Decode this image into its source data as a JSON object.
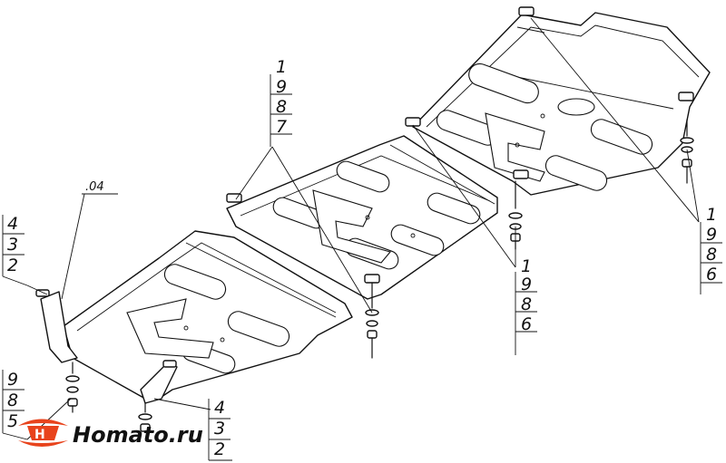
{
  "callouts": {
    "top_center": [
      "1",
      "9",
      "8",
      "7"
    ],
    "right_top": [
      "1",
      "9",
      "8",
      "6"
    ],
    "center_right": [
      "1",
      "9",
      "8",
      "6"
    ],
    "left_upper": [
      "4",
      "3",
      "2"
    ],
    "left_lower": [
      "9",
      "8",
      "5"
    ],
    "bottom_center": [
      "4",
      "3",
      "2"
    ],
    "part_code": ".04"
  },
  "logo": {
    "text": "Homato.ru",
    "colors": {
      "mark": "#e8431c",
      "text": "#111111"
    }
  }
}
